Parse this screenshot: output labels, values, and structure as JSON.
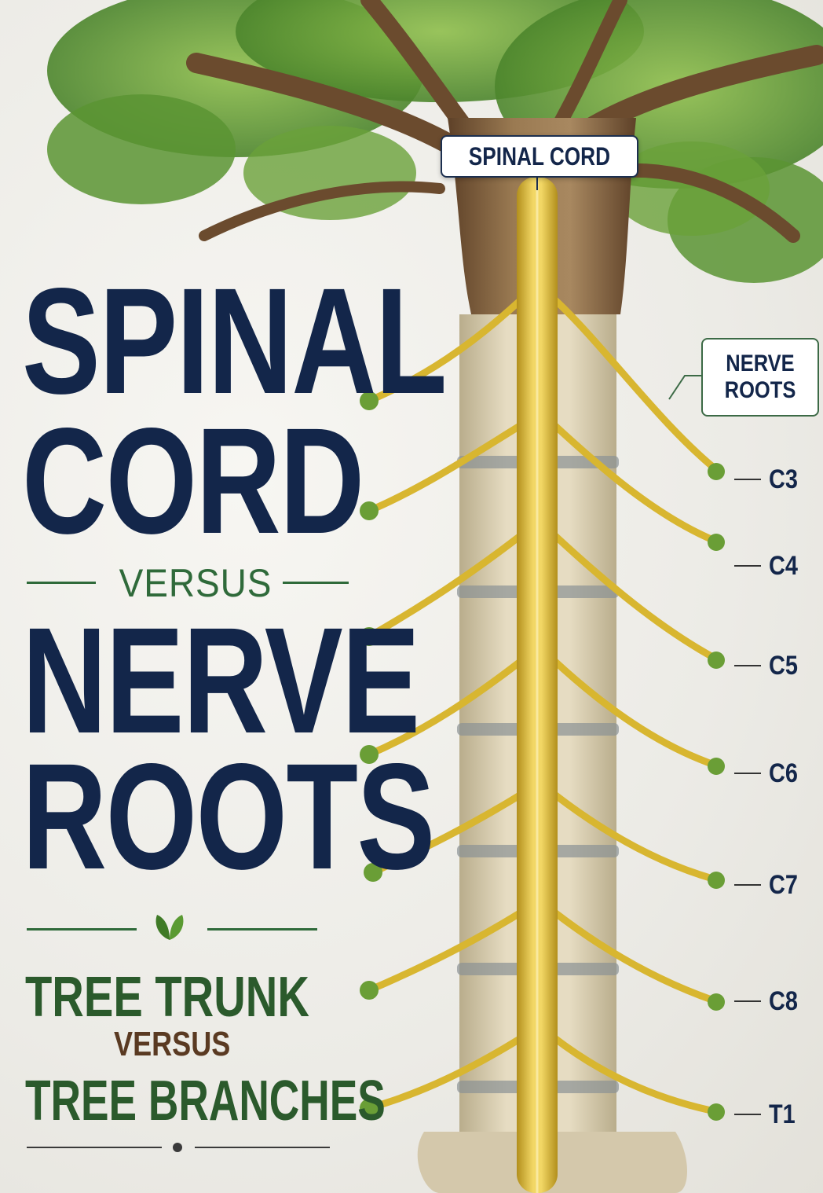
{
  "title": {
    "line1": "SPINAL",
    "line2": "CORD",
    "versus": "VERSUS",
    "line3": "NERVE",
    "line4": "ROOTS"
  },
  "subtitle": {
    "line1": "TREE TRUNK",
    "versus": "VERSUS",
    "line2": "TREE BRANCHES"
  },
  "callouts": {
    "spinal_cord": "SPINAL CORD",
    "nerve_roots_1": "NERVE",
    "nerve_roots_2": "ROOTS"
  },
  "levels": [
    "C3",
    "C4",
    "C5",
    "C6",
    "C7",
    "C8",
    "T1"
  ],
  "colors": {
    "navy": "#13264a",
    "green": "#2f6a3a",
    "nerve": "#e2c23a",
    "bark": "#8a6a45",
    "bone": "#d9cfb5",
    "foliage": "#4f8a2e"
  }
}
